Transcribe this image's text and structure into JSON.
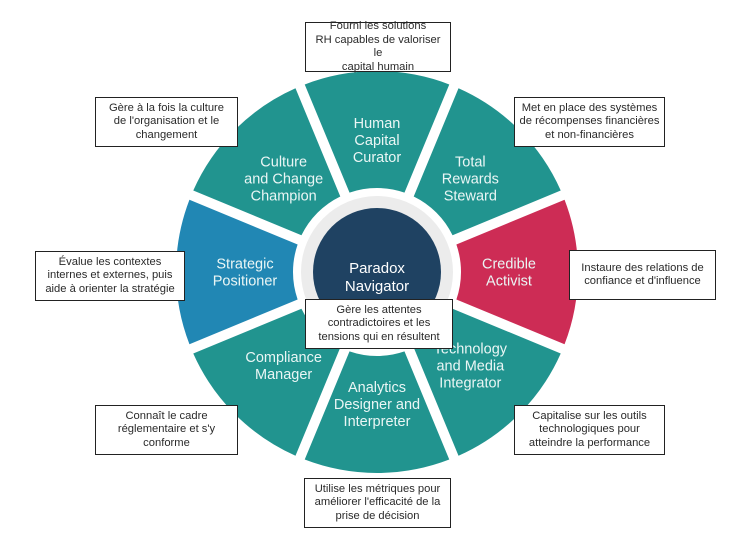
{
  "colors": {
    "teal": "#21948f",
    "blue": "#2187b4",
    "crimson": "#cd2c55",
    "navy": "#1f4262",
    "ring": "#ececec"
  },
  "center": {
    "title_line1": "Paradox",
    "title_line2": "Navigator",
    "description": "Gère les attentes\ncontradictoires et les\ntensions qui en résultent"
  },
  "roles": [
    {
      "id": "human-capital-curator",
      "lines": [
        "Human",
        "Capital",
        "Curator"
      ],
      "color": "teal",
      "description": "Fourni les solutions\nRH capables de valoriser le\ncapital humain"
    },
    {
      "id": "total-rewards-steward",
      "lines": [
        "Total",
        "Rewards",
        "Steward"
      ],
      "color": "teal",
      "description": "Met en place des systèmes\nde récompenses financières\net non-financières"
    },
    {
      "id": "credible-activist",
      "lines": [
        "Credible",
        "Activist"
      ],
      "color": "crimson",
      "description": "Instaure des relations de\nconfiance et d'influence"
    },
    {
      "id": "technology-and-media-integrator",
      "lines": [
        "Technology",
        "and Media",
        "Integrator"
      ],
      "color": "teal",
      "description": "Capitalise sur les outils\ntechnologiques pour\natteindre la performance"
    },
    {
      "id": "analytics-designer-and-interpreter",
      "lines": [
        "Analytics",
        "Designer and",
        "Interpreter"
      ],
      "color": "teal",
      "description": "Utilise les métriques pour\naméliorer l'efficacité de la\nprise de décision"
    },
    {
      "id": "compliance-manager",
      "lines": [
        "Compliance",
        "Manager"
      ],
      "color": "teal",
      "description": "Connaît le cadre\nréglementaire et s'y\nconforme"
    },
    {
      "id": "strategic-positioner",
      "lines": [
        "Strategic",
        "Positioner"
      ],
      "color": "blue",
      "description": "Évalue les contextes\ninternes et externes, puis\naide à orienter la stratégie"
    },
    {
      "id": "culture-and-change-champion",
      "lines": [
        "Culture",
        "and Change",
        "Champion"
      ],
      "color": "teal",
      "description": "Gère à la fois la culture\nde l'organisation et le\nchangement"
    }
  ]
}
